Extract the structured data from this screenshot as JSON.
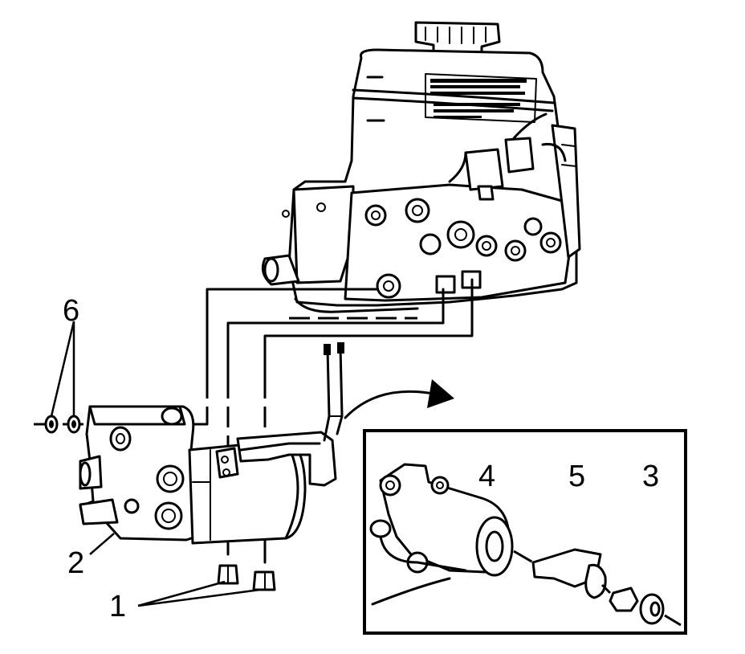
{
  "callouts": {
    "c1": "1",
    "c2": "2",
    "c3": "3",
    "c4": "4",
    "c5": "5",
    "c6": "6"
  },
  "colors": {
    "ink": "#000000",
    "paper": "#ffffff"
  },
  "icons": {
    "rotation_arrow": "curved-arrow-icon"
  }
}
